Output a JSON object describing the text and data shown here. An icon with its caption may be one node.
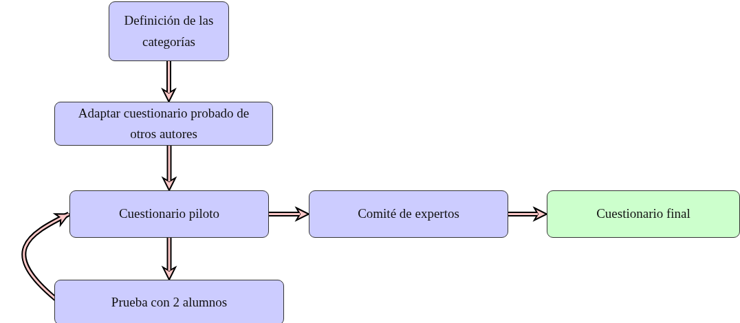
{
  "diagram": {
    "nodes": [
      {
        "text": [
          "Definición de las categorías"
        ]
      },
      {
        "text": [
          "Adaptar cuestionario probado de otros autores"
        ]
      },
      {
        "text": [
          "Cuestionario piloto"
        ]
      },
      {
        "text": [
          "Comité de expertos"
        ]
      },
      {
        "text": [
          "Cuestionario final"
        ]
      },
      {
        "text": [
          "Prueba con 2 alumnos"
        ]
      }
    ],
    "edges": [
      {
        "from": 0,
        "to": 1,
        "arrow": "to"
      },
      {
        "from": 1,
        "to": 2,
        "arrow": "to"
      },
      {
        "from": 2,
        "to": 3,
        "arrow": "to"
      },
      {
        "from": 3,
        "to": 4,
        "arrow": "to"
      },
      {
        "from": 2,
        "to": 5,
        "arrow": "to"
      },
      {
        "from": 5,
        "to": 2,
        "arrow": "to"
      }
    ]
  }
}
